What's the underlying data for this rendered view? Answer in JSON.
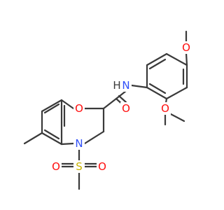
{
  "molecule": {
    "colors": {
      "bond": "#3a3a3a",
      "O": "#ff0d0d",
      "N": "#3050f8",
      "S": "#c8b400"
    },
    "atoms": [
      {
        "id": "o_ome_top",
        "symbol": "O",
        "text": "O"
      },
      {
        "id": "o_ome_bottom",
        "symbol": "O",
        "text": "O"
      },
      {
        "id": "n_amide",
        "symbol": "N",
        "text": "N"
      },
      {
        "id": "h_amide",
        "symbol": "H",
        "text": "H"
      },
      {
        "id": "o_ring",
        "symbol": "O",
        "text": "O"
      },
      {
        "id": "o_carbonyl",
        "symbol": "O",
        "text": "O"
      },
      {
        "id": "n_ring",
        "symbol": "N",
        "text": "N"
      },
      {
        "id": "s_sulfonyl",
        "symbol": "S",
        "text": "S"
      },
      {
        "id": "o_sulfonyl_left",
        "symbol": "O",
        "text": "O"
      },
      {
        "id": "o_sulfonyl_right",
        "symbol": "O",
        "text": "O"
      }
    ]
  }
}
